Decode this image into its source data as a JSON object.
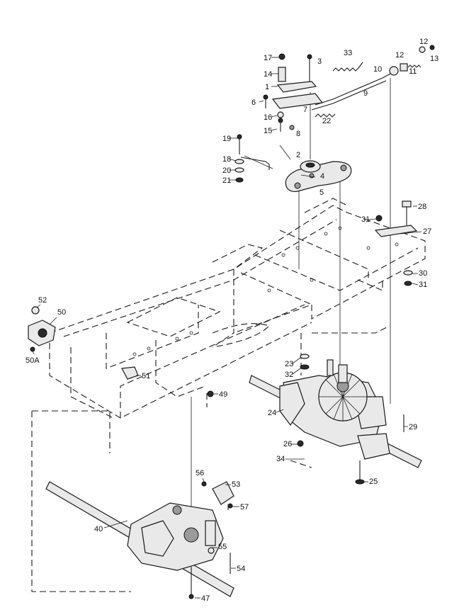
{
  "diagram": {
    "callouts": [
      {
        "id": "c1",
        "text": "1"
      },
      {
        "id": "c2",
        "text": "2"
      },
      {
        "id": "c3",
        "text": "3"
      },
      {
        "id": "c4",
        "text": "4"
      },
      {
        "id": "c5",
        "text": "5"
      },
      {
        "id": "c6",
        "text": "6"
      },
      {
        "id": "c7",
        "text": "7"
      },
      {
        "id": "c8",
        "text": "8"
      },
      {
        "id": "c9",
        "text": "9"
      },
      {
        "id": "c10",
        "text": "10"
      },
      {
        "id": "c11",
        "text": "11"
      },
      {
        "id": "c12a",
        "text": "12"
      },
      {
        "id": "c12b",
        "text": "12"
      },
      {
        "id": "c13",
        "text": "13"
      },
      {
        "id": "c14",
        "text": "14"
      },
      {
        "id": "c15",
        "text": "15"
      },
      {
        "id": "c16",
        "text": "16"
      },
      {
        "id": "c17",
        "text": "17"
      },
      {
        "id": "c18",
        "text": "18"
      },
      {
        "id": "c19",
        "text": "19"
      },
      {
        "id": "c20",
        "text": "20"
      },
      {
        "id": "c21",
        "text": "21"
      },
      {
        "id": "c22",
        "text": "22"
      },
      {
        "id": "c23",
        "text": "23"
      },
      {
        "id": "c24",
        "text": "24"
      },
      {
        "id": "c25",
        "text": "25"
      },
      {
        "id": "c26",
        "text": "26"
      },
      {
        "id": "c27",
        "text": "27"
      },
      {
        "id": "c28",
        "text": "28"
      },
      {
        "id": "c29",
        "text": "29"
      },
      {
        "id": "c30",
        "text": "30"
      },
      {
        "id": "c31a",
        "text": "31"
      },
      {
        "id": "c31b",
        "text": "31"
      },
      {
        "id": "c32",
        "text": "32"
      },
      {
        "id": "c33",
        "text": "33"
      },
      {
        "id": "c34",
        "text": "34"
      },
      {
        "id": "c40",
        "text": "40"
      },
      {
        "id": "c47",
        "text": "47"
      },
      {
        "id": "c49",
        "text": "49"
      },
      {
        "id": "c50",
        "text": "50"
      },
      {
        "id": "c50A",
        "text": "50A"
      },
      {
        "id": "c51",
        "text": "51"
      },
      {
        "id": "c52",
        "text": "52"
      },
      {
        "id": "c53",
        "text": "53"
      },
      {
        "id": "c54",
        "text": "54"
      },
      {
        "id": "c55",
        "text": "55"
      },
      {
        "id": "c56",
        "text": "56"
      },
      {
        "id": "c57",
        "text": "57"
      }
    ],
    "colors": {
      "ink": "#1a1a1a",
      "paper": "#ffffff",
      "part_fill": "#e9e9e9"
    }
  }
}
